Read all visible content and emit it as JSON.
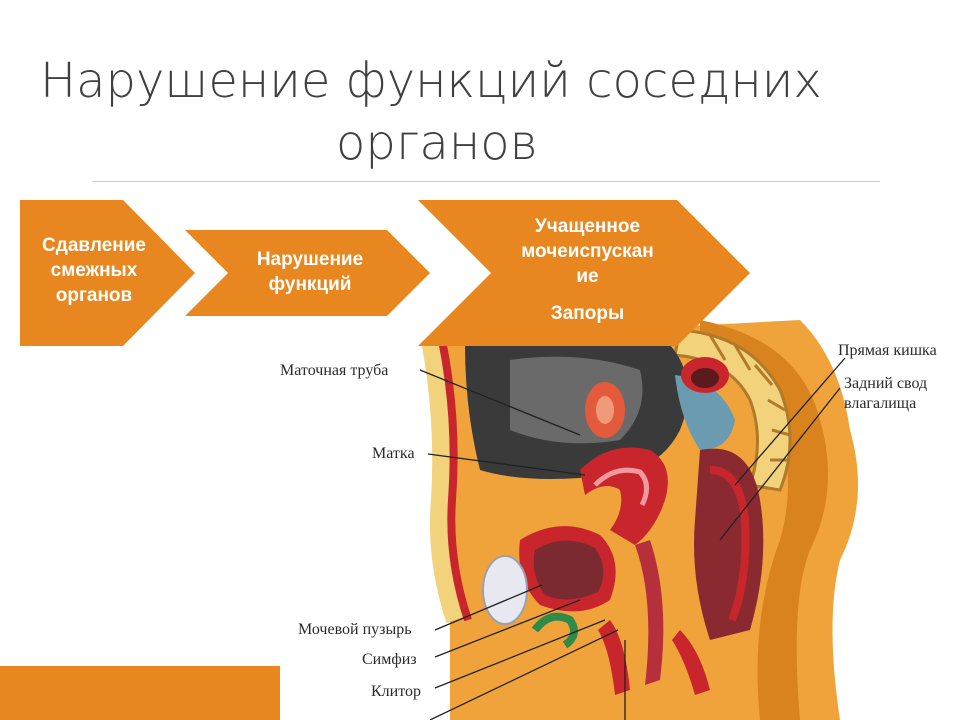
{
  "slide": {
    "title_line1": "Нарушение функций соседних",
    "title_line2": "органов"
  },
  "process": [
    {
      "lines": [
        "Сдавление",
        "смежных",
        "органов"
      ]
    },
    {
      "lines": [
        "Нарушение",
        "функций"
      ]
    },
    {
      "lines": [
        "Учащенное",
        "мочеиспускан",
        "ие"
      ],
      "extra": "Запоры"
    }
  ],
  "anatomy_labels": {
    "tube": "Маточная труба",
    "uterus": "Матка",
    "bladder": "Мочевой пузырь",
    "symphysis": "Симфиз",
    "clitoris": "Клитор",
    "rectum": "Прямая кишка",
    "fornix_1": "Задний свод",
    "fornix_2": "влагалища"
  },
  "colors": {
    "accent": "#e8861f",
    "skin": "#e8962e",
    "tissue_red": "#c8262c",
    "cavity": "#3a3a3a"
  }
}
